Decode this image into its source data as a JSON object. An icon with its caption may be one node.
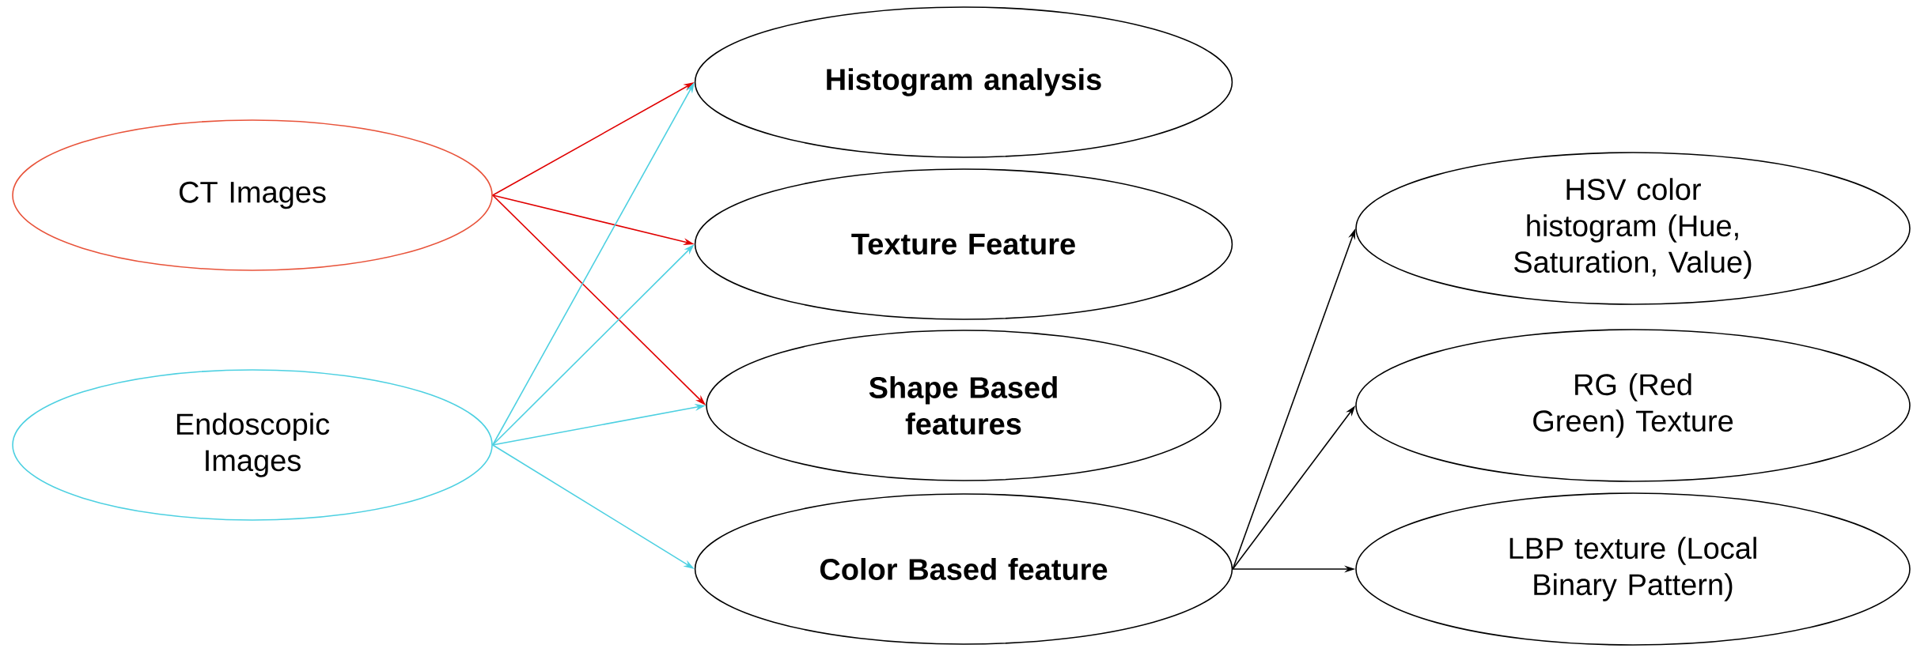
{
  "diagram": {
    "nodes": [
      {
        "text": [
          "CT Images"
        ]
      },
      {
        "text": [
          "Endoscopic Images"
        ]
      },
      {
        "text": [
          "Histogram analysis"
        ]
      },
      {
        "text": [
          "Texture Feature"
        ]
      },
      {
        "text": [
          "Shape Based features"
        ]
      },
      {
        "text": [
          "Color Based feature"
        ]
      },
      {
        "text": [
          "HSV color histogram (Hue, Saturation, Value)"
        ]
      },
      {
        "text": [
          "RG (Red Green) Texture"
        ]
      },
      {
        "text": [
          "LBP texture (Local Binary Pattern)"
        ]
      }
    ],
    "edges": [
      {
        "from": 0,
        "to": 2,
        "arrow": "to",
        "color": "#e00000"
      },
      {
        "from": 0,
        "to": 3,
        "arrow": "to",
        "color": "#e00000"
      },
      {
        "from": 0,
        "to": 4,
        "arrow": "to",
        "color": "#e00000"
      },
      {
        "from": 1,
        "to": 2,
        "arrow": "to",
        "color": "#4dd0e1"
      },
      {
        "from": 1,
        "to": 3,
        "arrow": "to",
        "color": "#4dd0e1"
      },
      {
        "from": 1,
        "to": 4,
        "arrow": "to",
        "color": "#4dd0e1"
      },
      {
        "from": 1,
        "to": 5,
        "arrow": "to",
        "color": "#4dd0e1"
      },
      {
        "from": 5,
        "to": 6,
        "arrow": "to",
        "color": "#000000"
      },
      {
        "from": 5,
        "to": 7,
        "arrow": "to",
        "color": "#000000"
      },
      {
        "from": 5,
        "to": 8,
        "arrow": "to",
        "color": "#000000"
      }
    ]
  }
}
